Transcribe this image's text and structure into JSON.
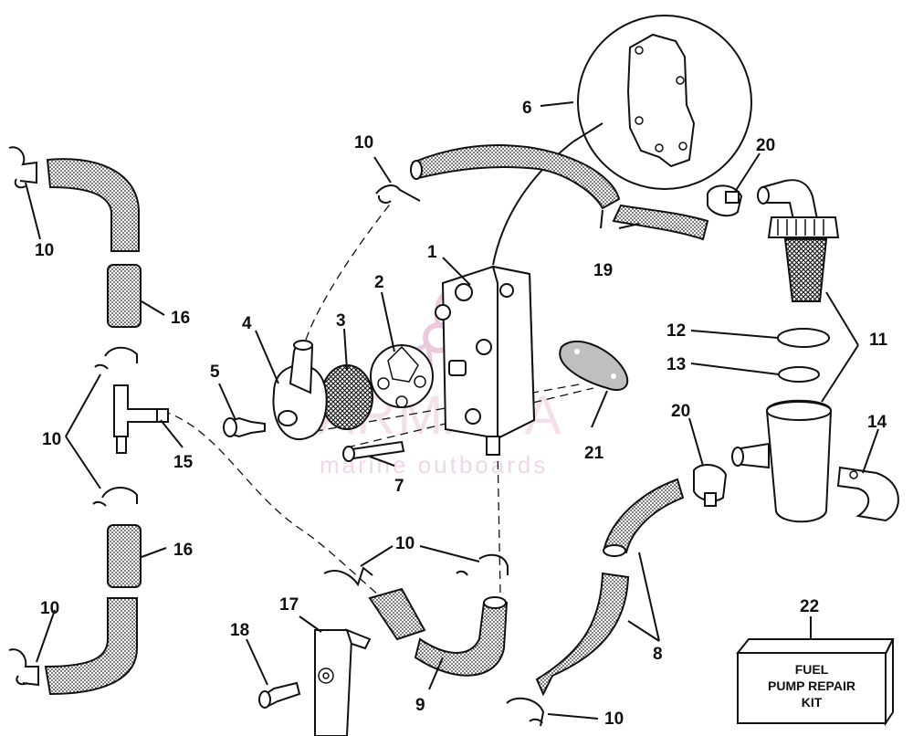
{
  "labels": {
    "l1": "1",
    "l2": "2",
    "l3": "3",
    "l4": "4",
    "l5": "5",
    "l6": "6",
    "l7": "7",
    "l8": "8",
    "l9": "9",
    "l10": "10",
    "l11": "11",
    "l12": "12",
    "l13": "13",
    "l14": "14",
    "l15": "15",
    "l16": "16",
    "l17": "17",
    "l18": "18",
    "l19": "19",
    "l20": "20",
    "l21": "21",
    "l22": "22"
  },
  "kit": {
    "line1": "FUEL",
    "line2": "PUMP REPAIR",
    "line3": "KIT"
  },
  "watermark": {
    "brand": "ARMADA",
    "tagline": "marine outboards"
  },
  "colors": {
    "ink": "#111111",
    "watermark": "#e9c6da",
    "background": "#ffffff"
  }
}
